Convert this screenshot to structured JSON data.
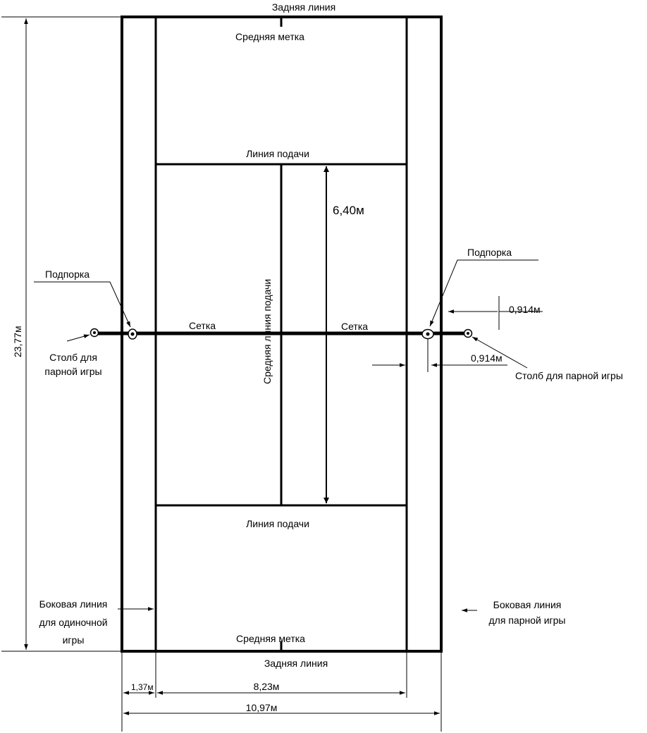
{
  "labels": {
    "baseline_top": "Задняя линия",
    "center_mark_top": "Средняя метка",
    "service_line_top": "Линия подачи",
    "service_line_bottom": "Линия подачи",
    "center_mark_bottom": "Средняя метка",
    "baseline_bottom": "Задняя линия",
    "center_service_line": "Средняя линия подачи",
    "net_left": "Сетка",
    "net_right": "Сетка",
    "support_left": "Подпорка",
    "support_right": "Подпорка",
    "post_left_line1": "Столб для",
    "post_left_line2": "парной игры",
    "post_right": "Столб для парной игры",
    "singles_sideline_line1": "Боковая линия",
    "singles_sideline_line2": "для одиночной",
    "singles_sideline_line3": "игры",
    "doubles_sideline_line1": "Боковая линия",
    "doubles_sideline_line2": "для парной игры"
  },
  "dimensions": {
    "court_length": "23,77м",
    "service_box_length": "6,40м",
    "support_offset": "0,914м",
    "post_offset": "0,914м",
    "alley_width": "1,37м",
    "singles_width": "8,23м",
    "doubles_width": "10,97м"
  }
}
